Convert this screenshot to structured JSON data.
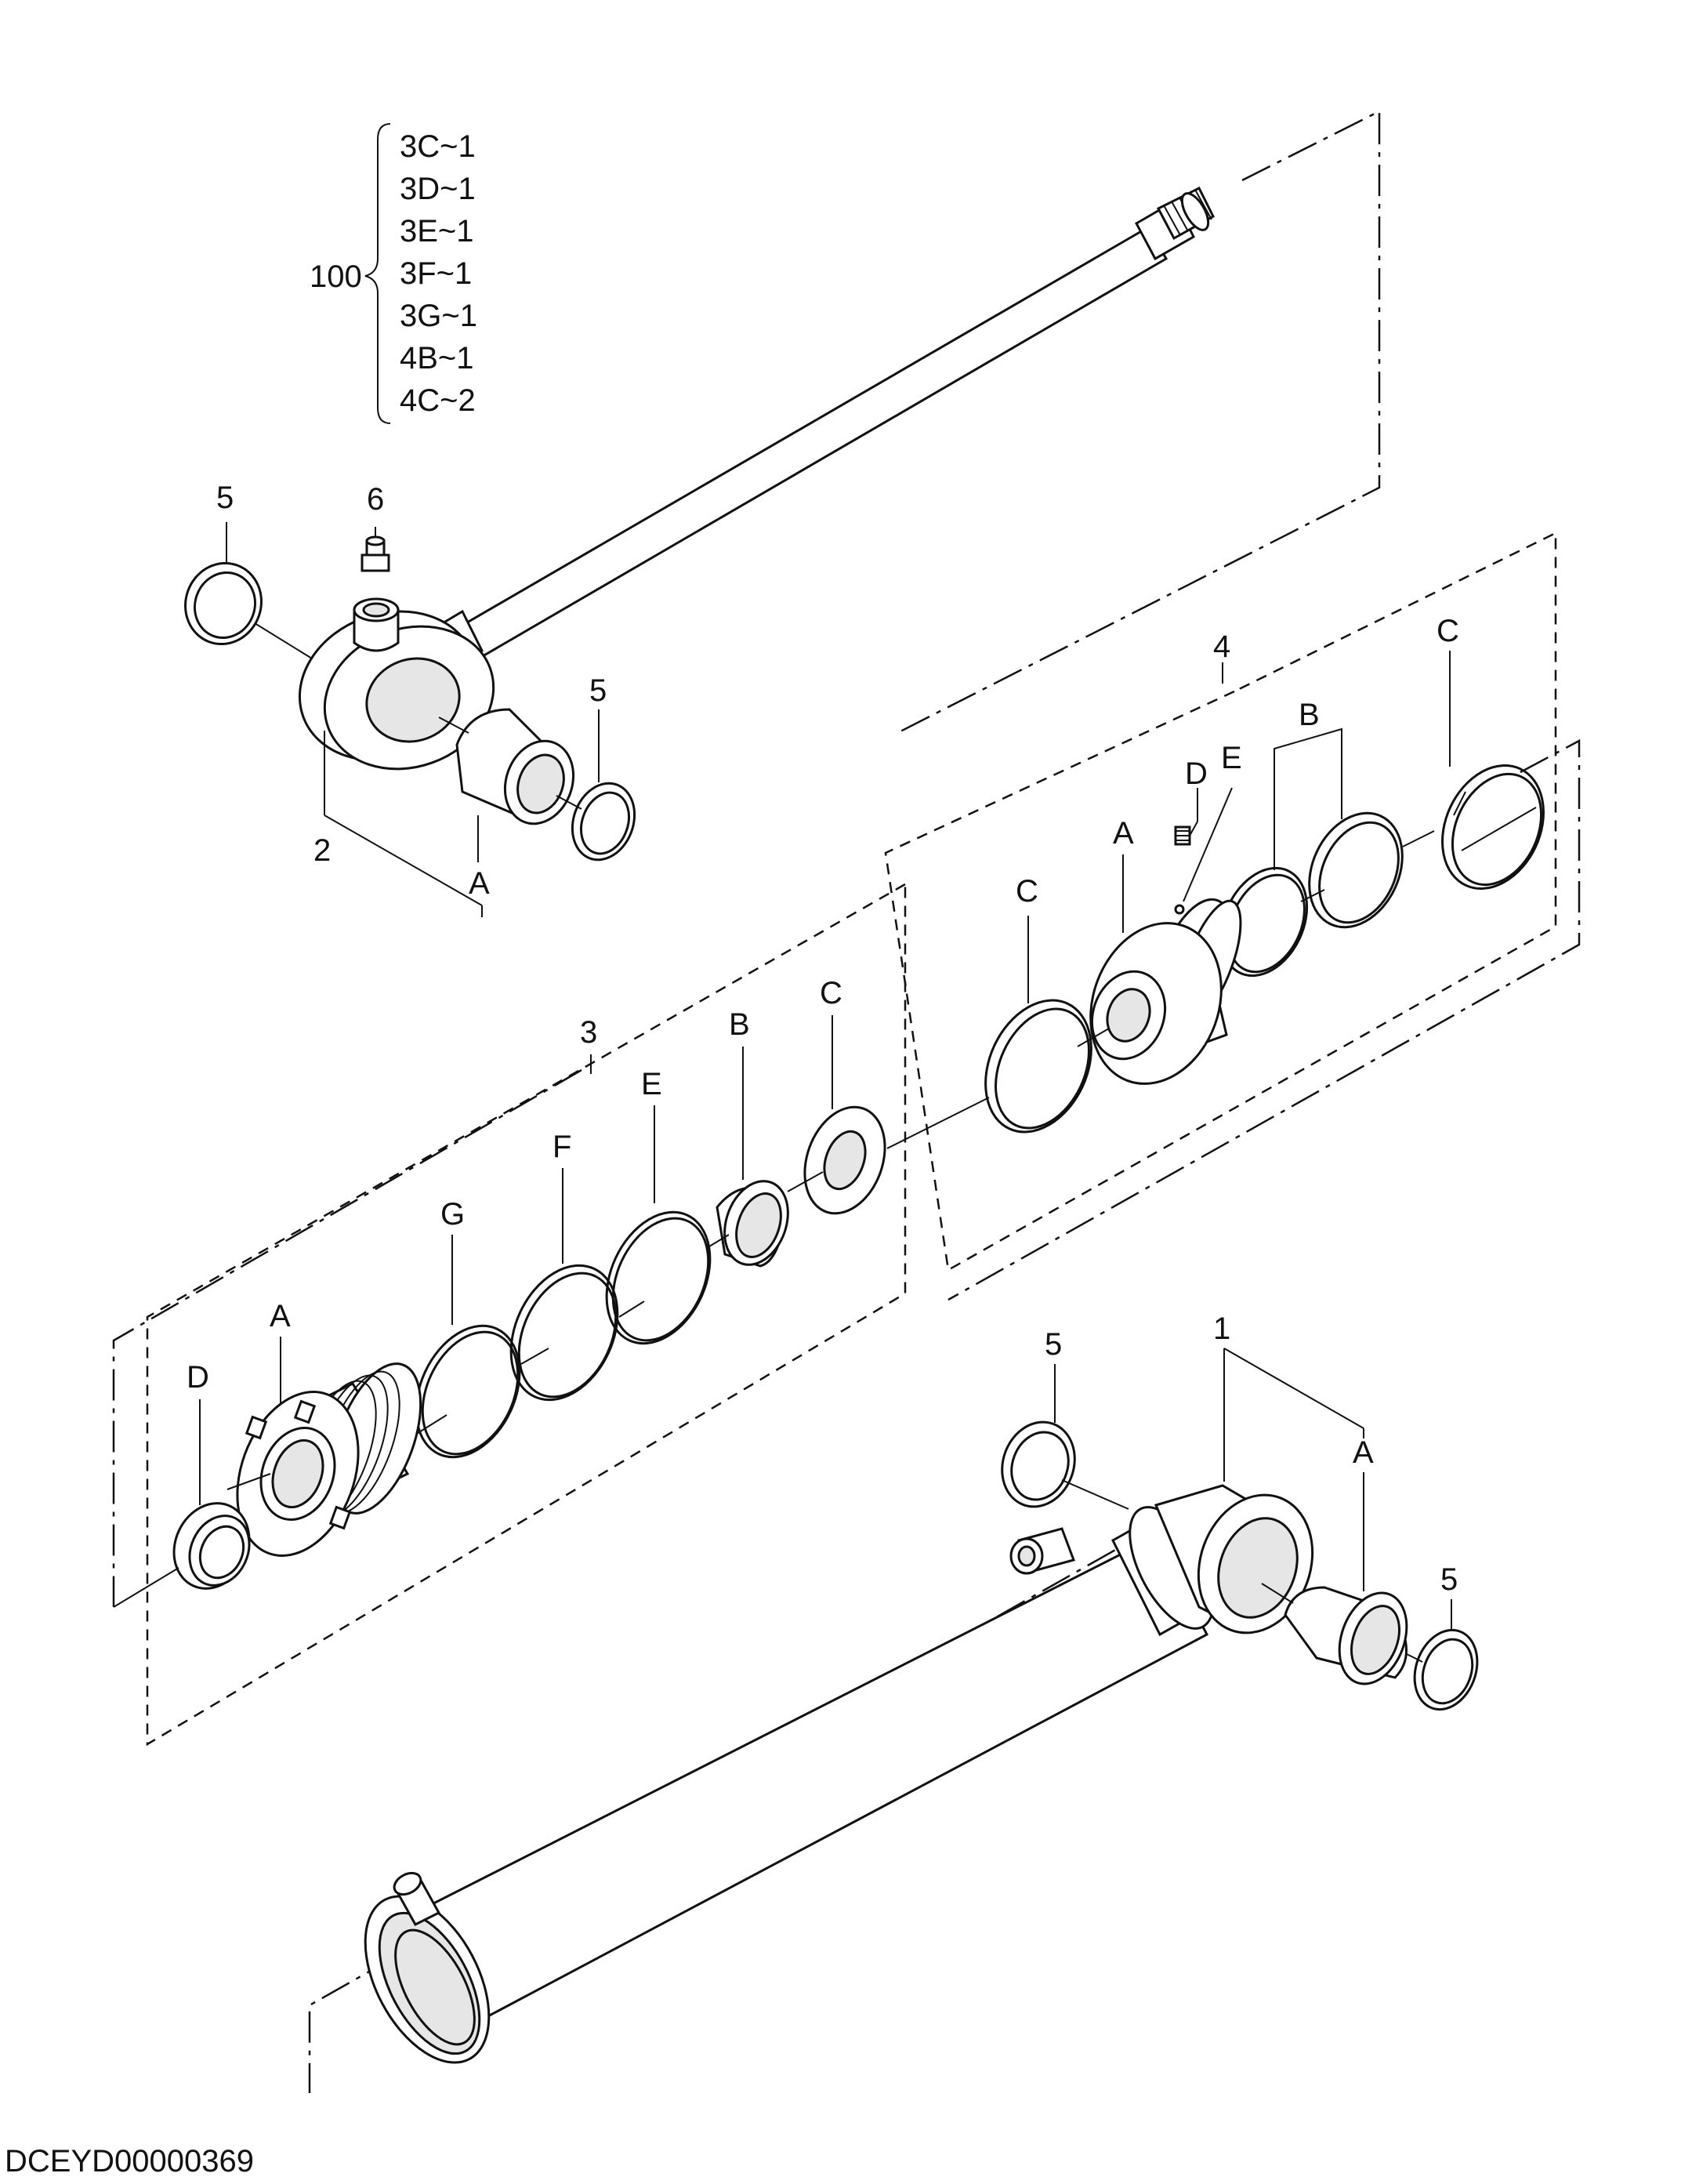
{
  "kit": {
    "number": "100",
    "items": [
      "3C~1",
      "3D~1",
      "3E~1",
      "3F~1",
      "3G~1",
      "4B~1",
      "4C~2"
    ]
  },
  "callouts": {
    "rod_seal_top": "5",
    "grease_fitting": "6",
    "rod_bushing_seal": "5",
    "rod_assembly": "2",
    "rod_bushing": "A",
    "piston_group": "4",
    "piston_ring_c": "C",
    "piston_ring_b": "B",
    "piston_d": "D",
    "piston_e": "E",
    "piston_a": "A",
    "piston_c_left": "C",
    "head_group": "3",
    "head_c": "C",
    "head_b": "B",
    "head_e": "E",
    "head_f": "F",
    "head_g": "G",
    "head_a": "A",
    "head_d": "D",
    "tube_assembly": "1",
    "tube_seal_top": "5",
    "tube_bushing": "A",
    "tube_seal_right": "5"
  },
  "footer": {
    "drawing_id": "DCEYD00000369"
  }
}
